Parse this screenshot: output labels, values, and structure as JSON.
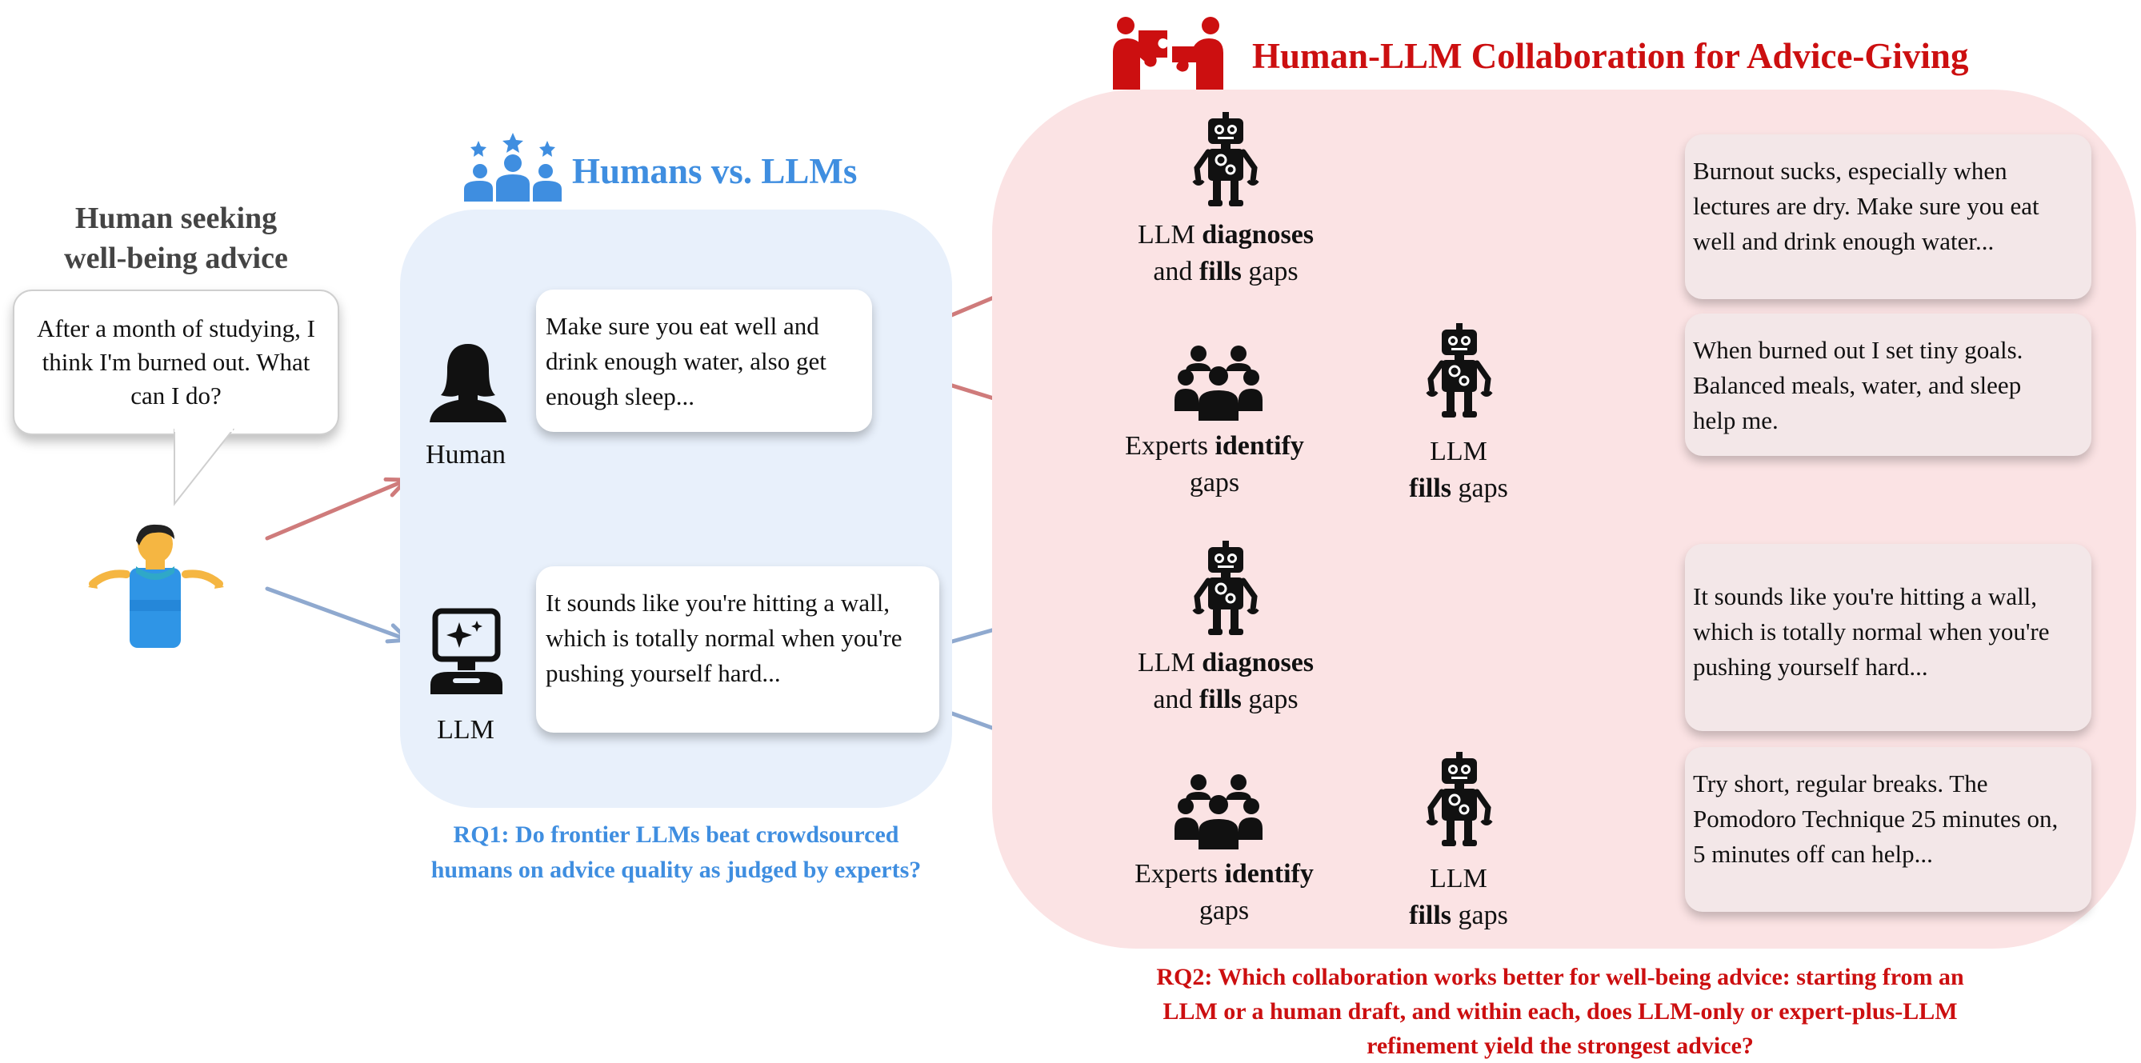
{
  "seeker": {
    "title_line1": "Human seeking",
    "title_line2": "well-being advice",
    "question_line1": "After a month of studying, I",
    "question_line2": "think I'm burned out. What",
    "question_line3": "can I do?"
  },
  "humans_vs_llms": {
    "title": "Humans vs. LLMs",
    "human_label": "Human",
    "llm_label": "LLM",
    "human_reply_line1": "Make sure you eat well and",
    "human_reply_line2": "drink enough water, also get",
    "human_reply_line3": "enough sleep...",
    "llm_reply_line1": "It sounds like you're hitting a wall,",
    "llm_reply_line2": "which is totally normal when you're",
    "llm_reply_line3": "pushing yourself hard...",
    "rq1_line1": "RQ1: Do frontier LLMs beat crowdsourced",
    "rq1_line2": "humans on advice quality as judged by experts?"
  },
  "collaboration": {
    "title": "Human-LLM Collaboration for Advice-Giving",
    "llm_prefix": "LLM",
    "diagnoses": "diagnoses",
    "and": "and",
    "fills": "fills",
    "gaps": "gaps",
    "experts_prefix": "Experts",
    "identify": "identify",
    "out1_line1": "Burnout sucks, especially when",
    "out1_line2": "lectures are dry. Make sure you eat",
    "out1_line3": "well and drink enough water...",
    "out2_line1": "When burned out I set tiny goals.",
    "out2_line2": "Balanced meals, water, and sleep",
    "out2_line3": "help me.",
    "out3_line1": "It sounds like you're hitting a wall,",
    "out3_line2": "which is totally normal when you're",
    "out3_line3": "pushing yourself hard...",
    "out4_line1": "Try short, regular breaks. The",
    "out4_line2": "Pomodoro Technique 25 minutes on,",
    "out4_line3": "5 minutes off can help...",
    "rq2_line1": "RQ2: Which collaboration works better for well-being advice: starting from an",
    "rq2_line2": "LLM or a human draft, and within each, does LLM-only or expert-plus-LLM",
    "rq2_line3": "refinement yield the strongest advice?"
  },
  "colors": {
    "human_path": "#cf7b7b",
    "llm_path": "#8fa9cf",
    "refine_path": "#b39ac4",
    "blue_accent": "#3f8ee0",
    "red_accent": "#cc0f10",
    "blue_panel": "#e8f0fb",
    "pink_panel": "#fbe3e4"
  },
  "icons": [
    "shrugging-person-icon",
    "people-group-icon",
    "person-silhouette-icon",
    "ai-monitor-icon",
    "robot-icon",
    "experts-group-icon",
    "collaboration-puzzle-icon"
  ]
}
